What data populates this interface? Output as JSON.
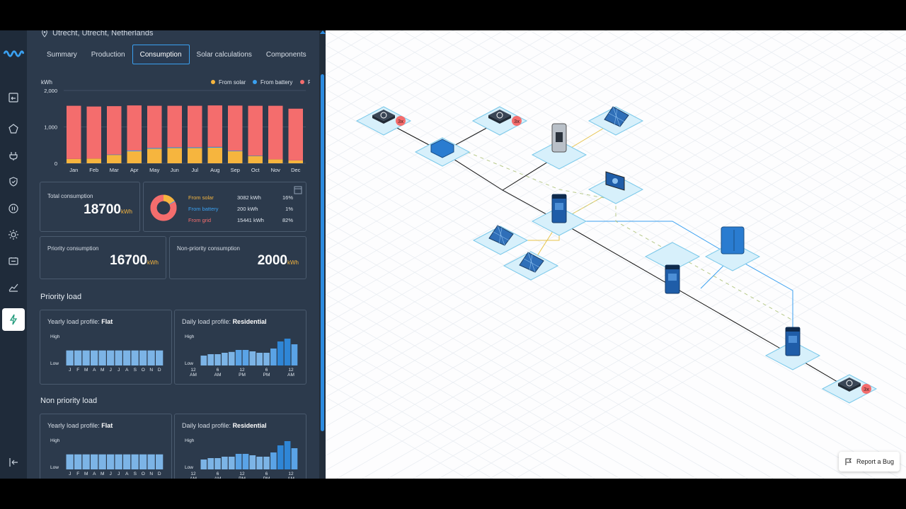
{
  "location": "Utrecht, Utrecht, Netherlands",
  "tabs": [
    {
      "label": "Summary",
      "active": false
    },
    {
      "label": "Production",
      "active": false
    },
    {
      "label": "Consumption",
      "active": true
    },
    {
      "label": "Solar calculations",
      "active": false
    },
    {
      "label": "Components",
      "active": false
    }
  ],
  "chart_data": {
    "type": "bar",
    "ylabel": "kWh",
    "ylim": [
      0,
      2000
    ],
    "yticks": [
      "0",
      "1,000",
      "2,000"
    ],
    "categories": [
      "Jan",
      "Feb",
      "Mar",
      "Apr",
      "May",
      "Jun",
      "Jul",
      "Aug",
      "Sep",
      "Oct",
      "Nov",
      "Dec"
    ],
    "series": [
      {
        "name": "From solar",
        "color": "#f6b53e",
        "values": [
          120,
          130,
          230,
          330,
          400,
          420,
          420,
          430,
          330,
          200,
          110,
          80
        ]
      },
      {
        "name": "From battery",
        "color": "#3aa0f0",
        "values": [
          0,
          0,
          10,
          20,
          20,
          20,
          20,
          20,
          15,
          10,
          0,
          0
        ]
      },
      {
        "name": "From grid",
        "color": "#f46d6d",
        "values": [
          1460,
          1430,
          1330,
          1240,
          1160,
          1140,
          1140,
          1140,
          1240,
          1370,
          1470,
          1420
        ]
      }
    ],
    "stacked": true,
    "legend": "top-right"
  },
  "total": {
    "label": "Total consumption",
    "value": "18700",
    "unit": "kWh"
  },
  "breakdown": [
    {
      "name": "From solar",
      "value": "3082 kWh",
      "pct": "16%",
      "color": "#f6b53e",
      "fraction": 0.16
    },
    {
      "name": "From battery",
      "value": "200 kWh",
      "pct": "1%",
      "color": "#3aa0f0",
      "fraction": 0.01
    },
    {
      "name": "From grid",
      "value": "15441 kWh",
      "pct": "82%",
      "color": "#f46d6d",
      "fraction": 0.82
    }
  ],
  "priority": {
    "label": "Priority consumption",
    "value": "16700",
    "unit": "kWh"
  },
  "nonpriority": {
    "label": "Non-priority consumption",
    "value": "2000",
    "unit": "kWh"
  },
  "priority_load": {
    "title": "Priority load",
    "yearly": {
      "prefix": "Yearly load profile:",
      "value": "Flat"
    },
    "daily": {
      "prefix": "Daily load profile:",
      "value": "Residential"
    }
  },
  "nonpriority_load": {
    "title": "Non priority load",
    "yearly": {
      "prefix": "Yearly load profile:",
      "value": "Flat"
    },
    "daily": {
      "prefix": "Daily load profile:",
      "value": "Residential"
    }
  },
  "profile": {
    "high": "High",
    "low": "Low",
    "months": [
      "J",
      "F",
      "M",
      "A",
      "M",
      "J",
      "J",
      "A",
      "S",
      "O",
      "N",
      "D"
    ],
    "yearly_values": [
      0.7,
      0.7,
      0.7,
      0.7,
      0.7,
      0.7,
      0.7,
      0.7,
      0.7,
      0.7,
      0.7,
      0.7
    ],
    "hour_labels": [
      [
        "12",
        "AM"
      ],
      [
        "6",
        "AM"
      ],
      [
        "12",
        "PM"
      ],
      [
        "6",
        "PM"
      ],
      [
        "12",
        "AM"
      ]
    ],
    "daily_values": [
      0.35,
      0.4,
      0.4,
      0.45,
      0.48,
      0.55,
      0.55,
      0.5,
      0.45,
      0.45,
      0.6,
      0.85,
      0.95,
      0.75
    ],
    "daily_values_2": [
      0.35,
      0.4,
      0.4,
      0.45,
      0.45,
      0.55,
      0.55,
      0.5,
      0.45,
      0.45,
      0.6,
      0.85,
      1.0,
      0.75
    ]
  },
  "badge": "3x",
  "report_bug": "Report a Bug",
  "colors": {
    "accent": "#3aa0f0",
    "panel": "#2c3a4c",
    "rail": "#1f2b3a",
    "solar": "#f6b53e",
    "battery": "#3aa0f0",
    "grid": "#f46d6d"
  }
}
